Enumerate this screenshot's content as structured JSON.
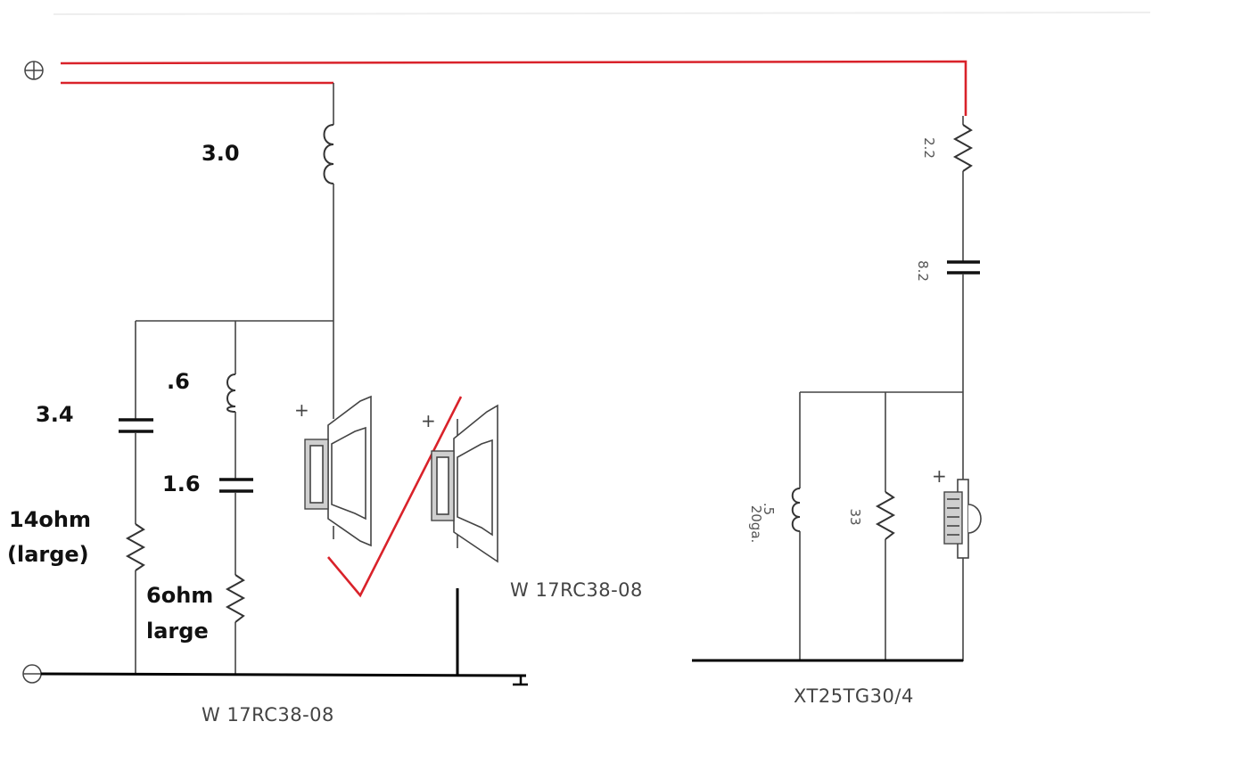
{
  "terminals": {
    "positive": "⊕",
    "negative": "⊖"
  },
  "woofer_section": {
    "series_inductor_value": "3.0",
    "notch_capacitor_value": "3.4",
    "notch_resistor_value_line1": "14ohm",
    "notch_resistor_value_line2": "(large)",
    "zobel_inductor_value": ".6",
    "zobel_capacitor_value": "1.6",
    "zobel_resistor_value_line1": "6ohm",
    "zobel_resistor_value_line2": "large",
    "driver1_polarity": "+",
    "driver2_polarity": "+",
    "driver_model_upper": "W 17RC38-08",
    "driver_model_lower": "W 17RC38-08"
  },
  "tweeter_section": {
    "series_resistor_value": "2.2",
    "series_capacitor_value": "8.2",
    "shunt_inductor_value_line1": ".5",
    "shunt_inductor_value_line2": "20ga.",
    "shunt_resistor_value": "33",
    "driver_polarity": "+",
    "driver_model": "XT25TG30/4"
  },
  "colors": {
    "hand_drawn_wire": "#d9222a",
    "printed_wire": "#444444",
    "ground_bus": "#000000"
  }
}
